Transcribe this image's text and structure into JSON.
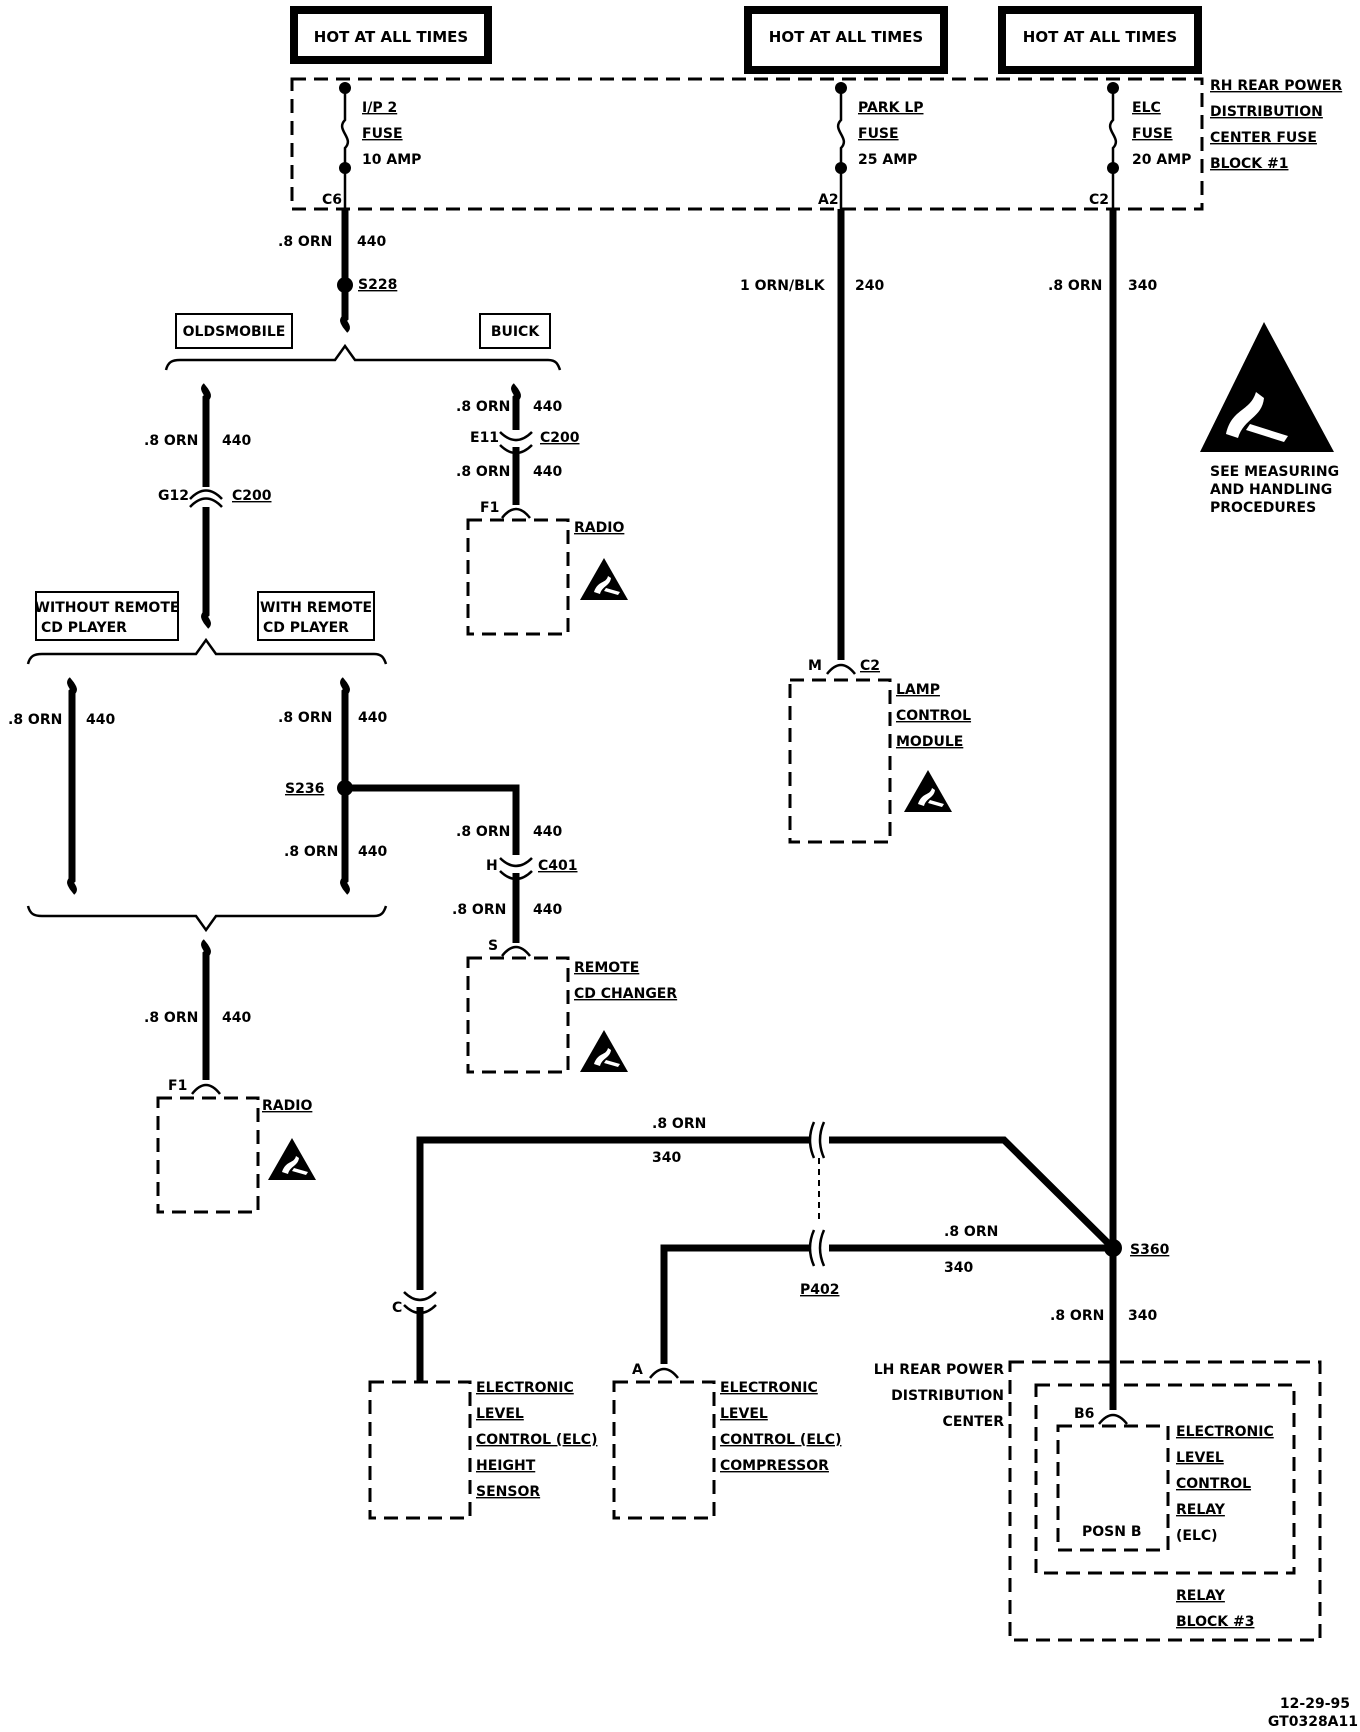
{
  "hot_labels": [
    "HOT AT ALL TIMES",
    "HOT AT ALL TIMES",
    "HOT AT ALL TIMES"
  ],
  "rh_block": [
    "RH REAR POWER",
    "DISTRIBUTION",
    "CENTER FUSE",
    "BLOCK #1"
  ],
  "fuses": [
    {
      "name": "I/P 2",
      "type": "FUSE",
      "rating": "10 AMP",
      "cavity": "C6"
    },
    {
      "name": "PARK LP",
      "type": "FUSE",
      "rating": "25 AMP",
      "cavity": "A2"
    },
    {
      "name": "ELC",
      "type": "FUSE",
      "rating": "20 AMP",
      "cavity": "C2"
    }
  ],
  "wires": {
    "orn_08": ".8 ORN",
    "orn_blk_1": "1 ORN/BLK",
    "circuit_440": "440",
    "circuit_240": "240",
    "circuit_340": "340"
  },
  "splices": {
    "s228": "S228",
    "s236": "S236",
    "s360": "S360"
  },
  "options": {
    "oldsmobile": "OLDSMOBILE",
    "buick": "BUICK",
    "without_remote": [
      "WITHOUT REMOTE",
      "CD PLAYER"
    ],
    "with_remote": [
      "WITH REMOTE",
      "CD PLAYER"
    ]
  },
  "connectors": {
    "g12": "G12",
    "c200": "C200",
    "e11": "E11",
    "h": "H",
    "c401": "C401",
    "f1": "F1",
    "s": "S",
    "m": "M",
    "c2": "C2",
    "c": "C",
    "a": "A",
    "p402": "P402",
    "b6": "B6"
  },
  "components": {
    "radio": "RADIO",
    "remote_cd": [
      "REMOTE",
      "CD CHANGER"
    ],
    "lamp_module": [
      "LAMP",
      "CONTROL",
      "MODULE"
    ],
    "height_sensor": [
      "ELECTRONIC",
      "LEVEL",
      "CONTROL (ELC)",
      "HEIGHT",
      "SENSOR"
    ],
    "compressor": [
      "ELECTRONIC",
      "LEVEL",
      "CONTROL (ELC)",
      "COMPRESSOR"
    ],
    "relay": [
      "ELECTRONIC",
      "LEVEL",
      "CONTROL",
      "RELAY",
      "(ELC)"
    ],
    "posn": "POSN  B",
    "lh_center": [
      "LH REAR POWER",
      "DISTRIBUTION",
      "CENTER"
    ],
    "relay_block": [
      "RELAY",
      "BLOCK #3"
    ]
  },
  "esd_note": [
    "SEE MEASURING",
    "AND HANDLING",
    "PROCEDURES"
  ],
  "footer": {
    "date": "12-29-95",
    "code": "GT0328A11"
  }
}
